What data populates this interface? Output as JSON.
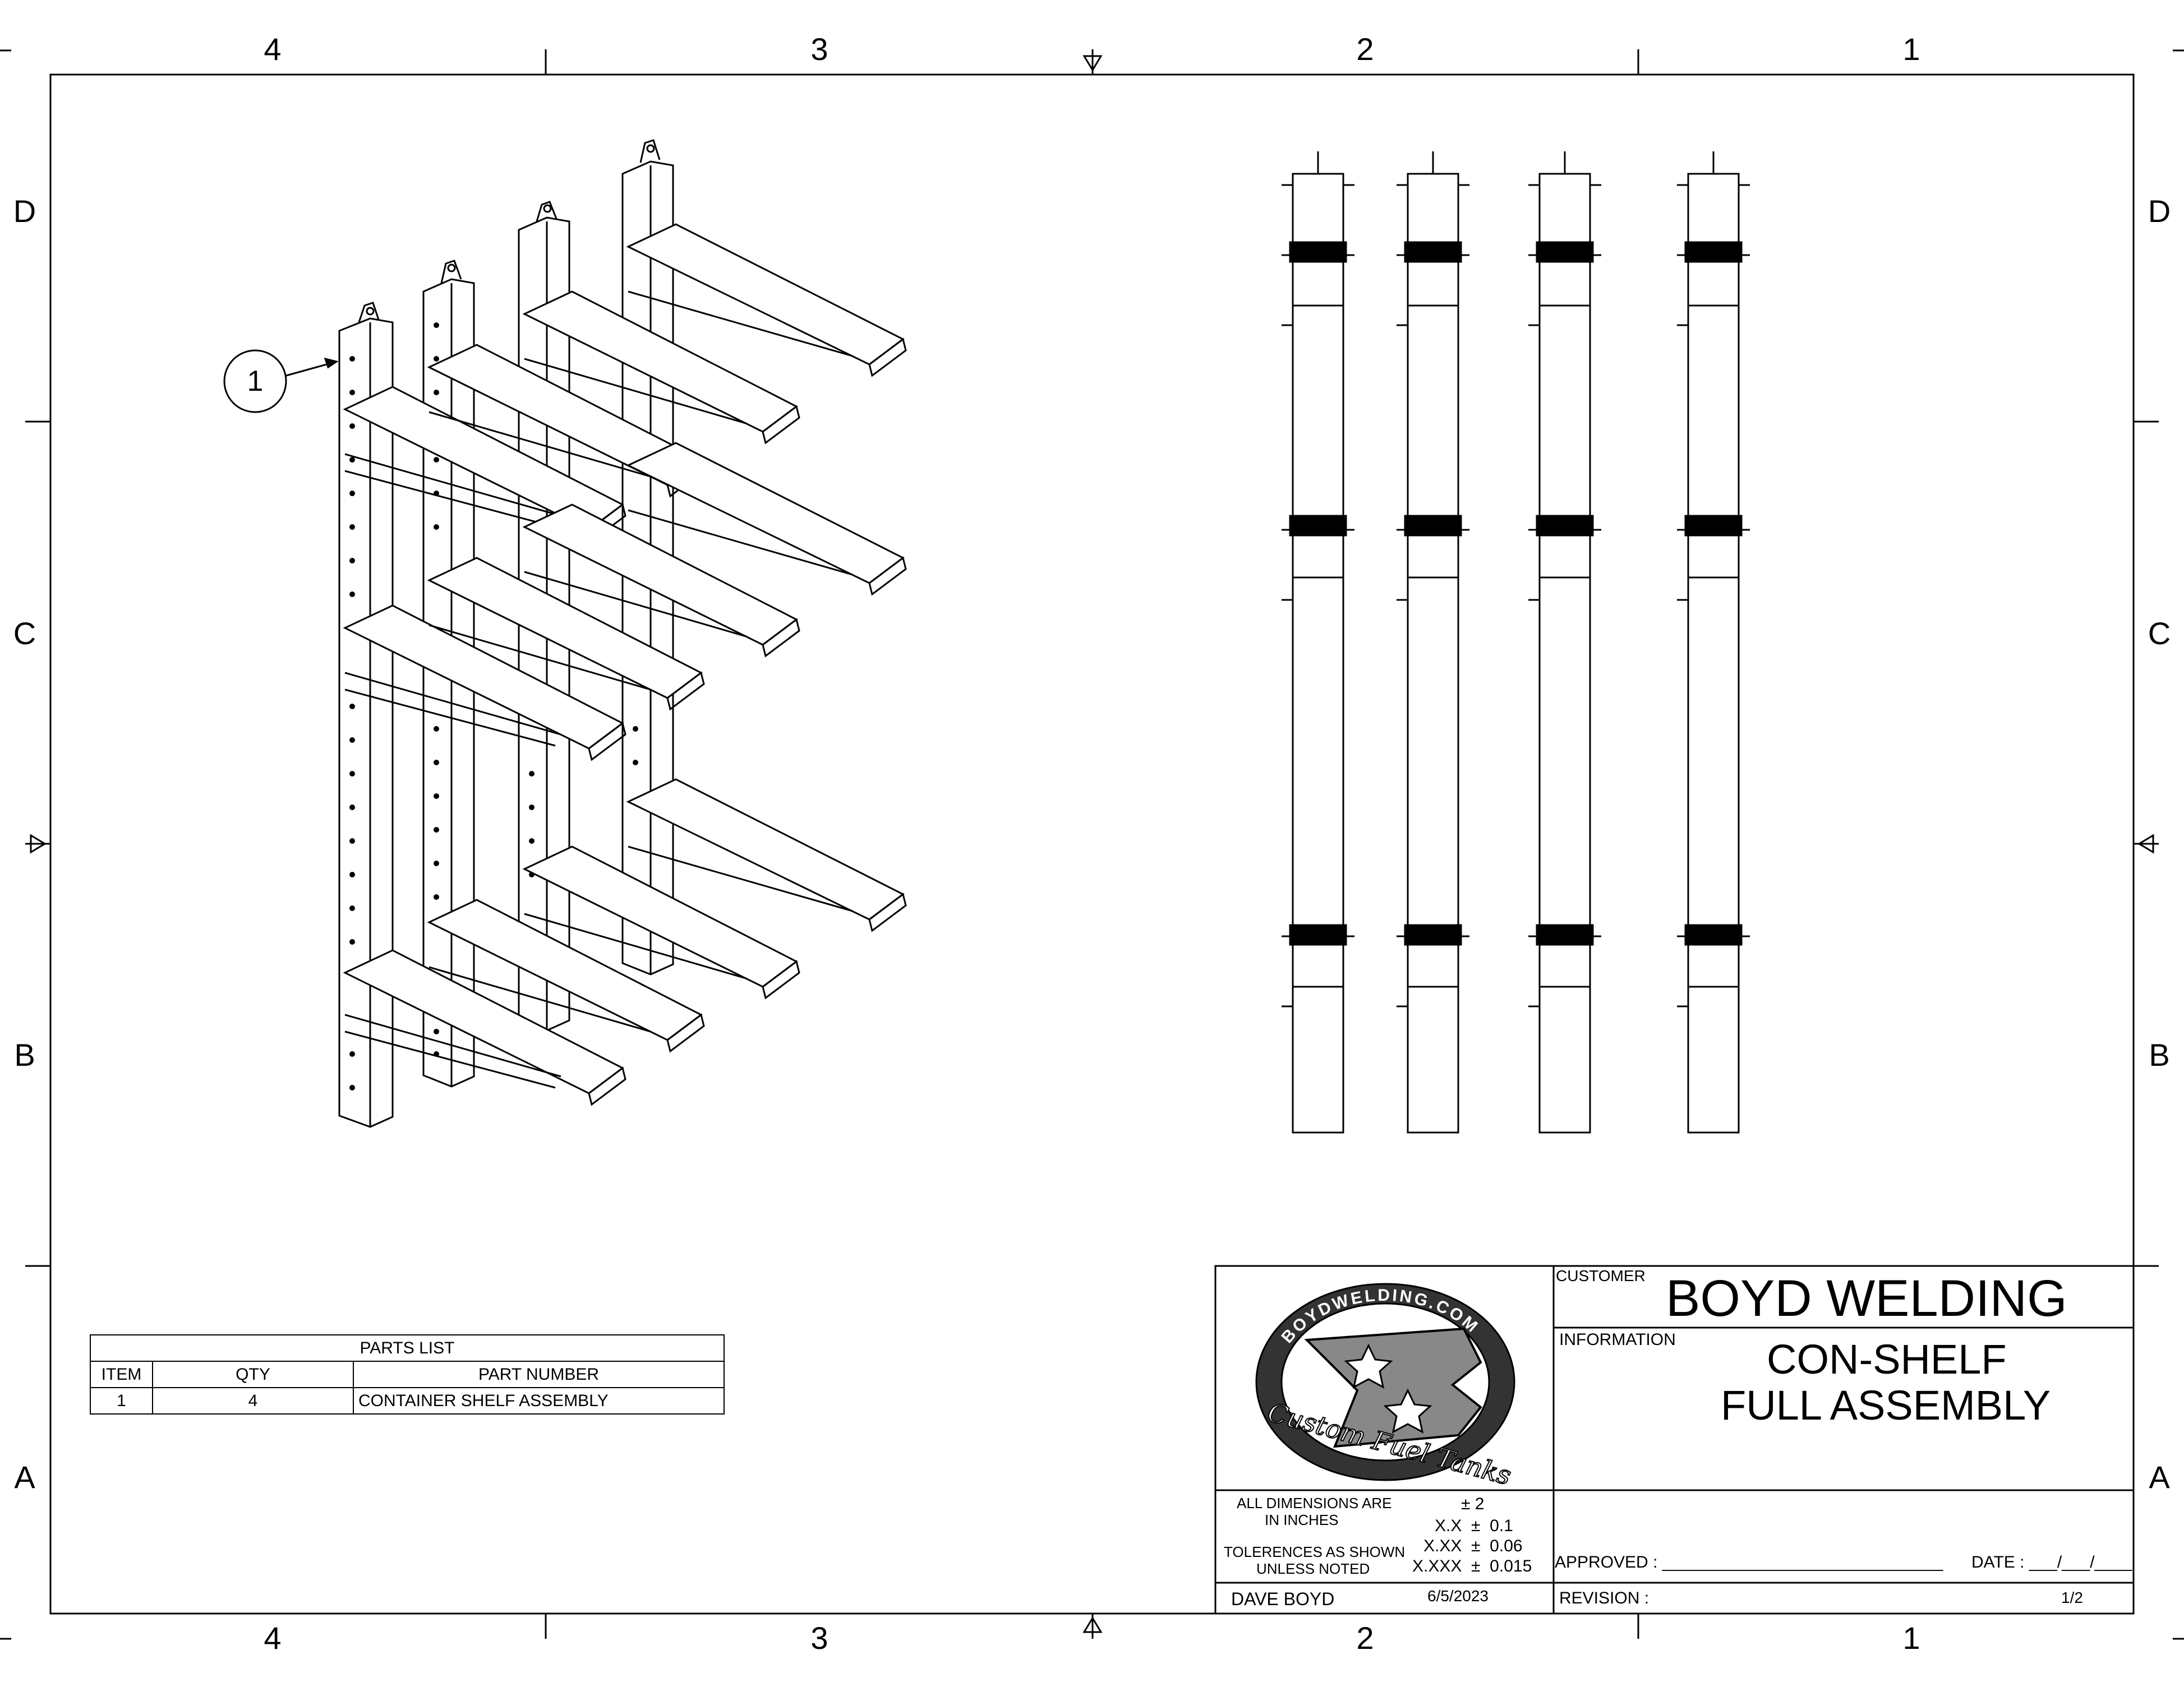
{
  "zones": {
    "columns": [
      "4",
      "3",
      "2",
      "1"
    ],
    "rows": [
      "D",
      "C",
      "B",
      "A"
    ]
  },
  "balloon": {
    "item": "1"
  },
  "parts_list": {
    "title": "PARTS LIST",
    "headers": [
      "ITEM",
      "QTY",
      "PART NUMBER"
    ],
    "rows": [
      {
        "item": "1",
        "qty": "4",
        "part_number": "CONTAINER SHELF ASSEMBLY"
      }
    ]
  },
  "title_block": {
    "logo": {
      "arc_text": "BOYDWELDING.COM",
      "script_text": "Custom Fuel Tanks",
      "monogram": "B"
    },
    "customer_label": "CUSTOMER",
    "customer": "BOYD WELDING",
    "information_label": "INFORMATION",
    "info_line1": "CON-SHELF",
    "info_line2": "FULL ASSEMBLY",
    "dims_line1": "ALL DIMENSIONS ARE",
    "dims_line2": "IN INCHES",
    "tol_line1": "TOLERENCES AS SHOWN",
    "tol_line2": "UNLESS NOTED",
    "tolerances": [
      "± 2",
      "X.X  ±  0.1",
      "X.XX  ±  0.06",
      "X.XXX  ±  0.015"
    ],
    "drawn_by": "DAVE BOYD",
    "date": "6/5/2023",
    "approved_label": "APPROVED : ______________________________",
    "date_label": "DATE : ___/___/____",
    "revision_label": "REVISION :",
    "sheet": "1/2"
  }
}
